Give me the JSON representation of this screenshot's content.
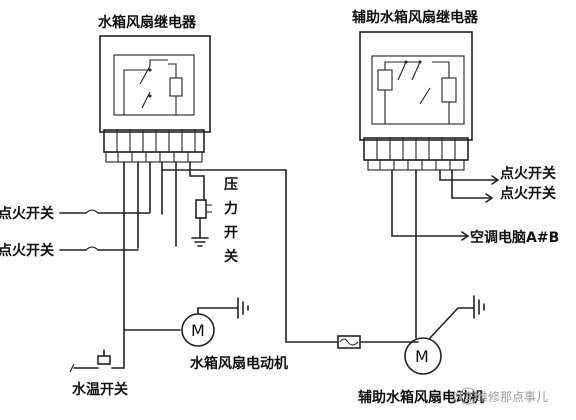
{
  "diagram": {
    "relay_main_title": "水箱风扇继电器",
    "relay_aux_title": "辅助水箱风扇继电器",
    "ignition_switch_1": "点火开关",
    "ignition_switch_2": "点火开关",
    "pressure_switch_chars": [
      "压",
      "力",
      "开",
      "关"
    ],
    "water_temp_switch": "水温开关",
    "fan_motor": "水箱风扇电动机",
    "motor_symbol": "M",
    "aux_ignition_switch_1": "点火开关",
    "aux_ignition_switch_2": "点火开关",
    "ac_computer": "空调电脑A#B",
    "aux_fan_motor": "辅助水箱风扇电动机",
    "watermark": "汽车维修那点事儿"
  }
}
